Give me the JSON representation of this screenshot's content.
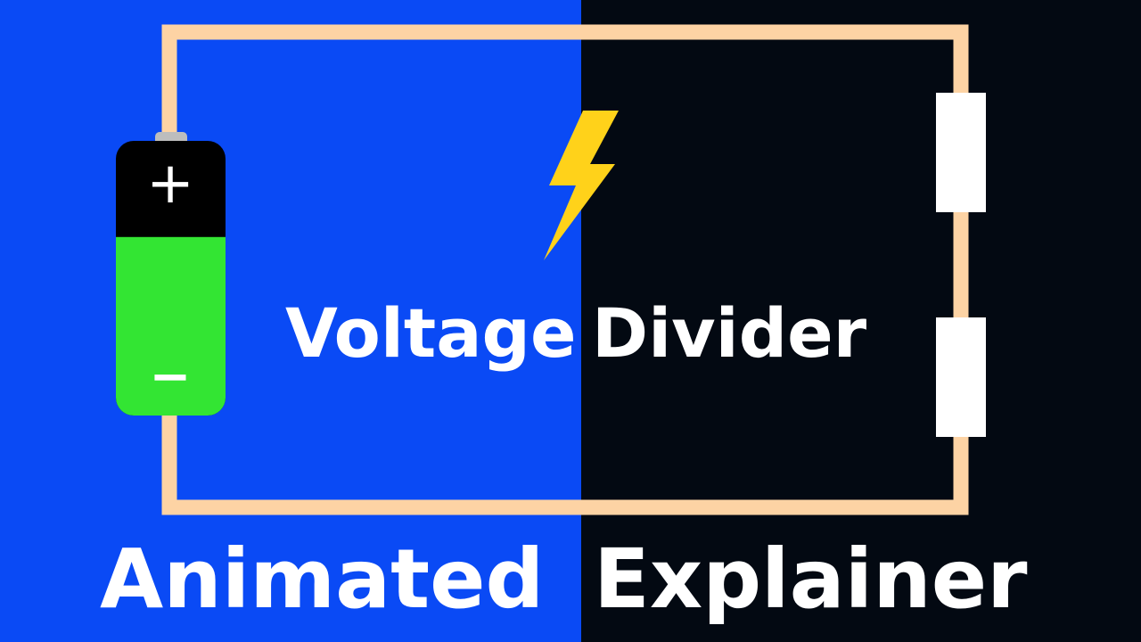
{
  "colors": {
    "left_background": "#0a4af5",
    "right_background": "#030912",
    "wire": "#fdd3a4",
    "battery_top": "#000000",
    "battery_bottom": "#33e533",
    "battery_cap": "#bdbdbd",
    "lightning": "#ffd21a",
    "resistor": "#ffffff",
    "text": "#ffffff"
  },
  "battery": {
    "positive_symbol": "+",
    "negative_symbol": "−",
    "charge_level": 0.65
  },
  "icons": {
    "battery": "battery-icon",
    "lightning": "lightning-bolt-icon",
    "resistors": [
      "resistor-icon",
      "resistor-icon"
    ]
  },
  "title": {
    "line1": {
      "word1": "Voltage",
      "word2": "Divider"
    },
    "line2": {
      "word1": "Animated",
      "word2": "Explainer"
    }
  }
}
